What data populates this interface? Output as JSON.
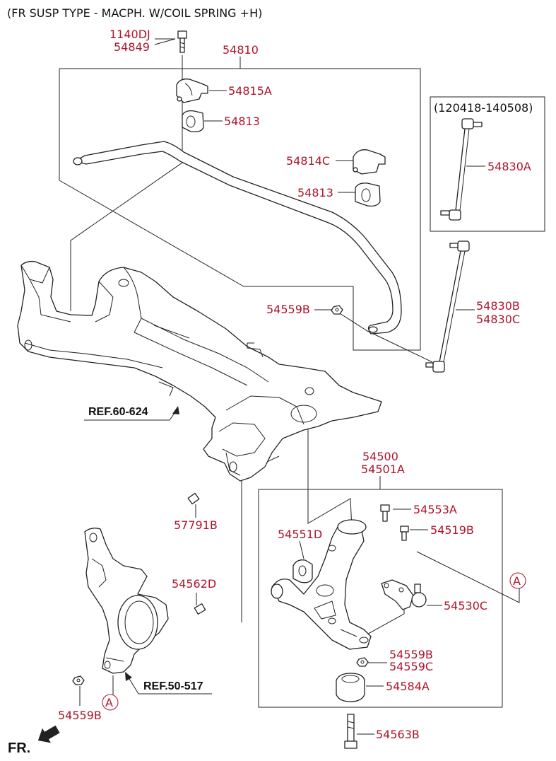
{
  "title": "(FR SUSP TYPE - MACPH. W/COIL SPRING +H)",
  "date_range": "(120418-140508)",
  "parts": {
    "p1140DJ": "1140DJ",
    "p54849": "54849",
    "p54810": "54810",
    "p54815A": "54815A",
    "p54813a": "54813",
    "p54814C": "54814C",
    "p54813b": "54813",
    "p54830A": "54830A",
    "p54559Ba": "54559B",
    "p54830B": "54830B",
    "p54830C": "54830C",
    "p54500": "54500",
    "p54501A": "54501A",
    "p54553A": "54553A",
    "p54519B": "54519B",
    "p54551D": "54551D",
    "p54530C": "54530C",
    "p54559Bb": "54559B",
    "p54559C": "54559C",
    "p54584A": "54584A",
    "p54563B": "54563B",
    "p57791B": "57791B",
    "p54562D": "54562D",
    "p54559Bc": "54559B"
  },
  "refs": {
    "ref60": "REF.60-624",
    "ref50": "REF.50-517"
  },
  "markers": {
    "a1": "A",
    "a2": "A"
  },
  "front_label": "FR."
}
